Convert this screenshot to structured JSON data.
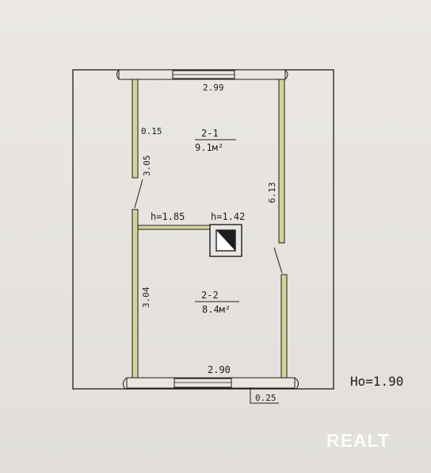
{
  "plan": {
    "rooms": [
      {
        "id": "2-1",
        "area": "9.1м²"
      },
      {
        "id": "2-2",
        "area": "8.4м²"
      }
    ],
    "dimensions": {
      "top_width": "2.99",
      "bottom_width": "2.90",
      "wall_thickness": "0.15",
      "upper_left_height": "3.05",
      "right_height": "6.13",
      "lower_left_height": "3.04",
      "door_offset": "0.25"
    },
    "ceiling_heights": {
      "left": "h=1.85",
      "right": "h=1.42"
    },
    "overall_height": "Hо=1.90"
  },
  "watermark": "REALT",
  "colors": {
    "ink": "#1e1e1e",
    "wall_fill": "#d6d39a",
    "paper": "#e9e6e1"
  }
}
